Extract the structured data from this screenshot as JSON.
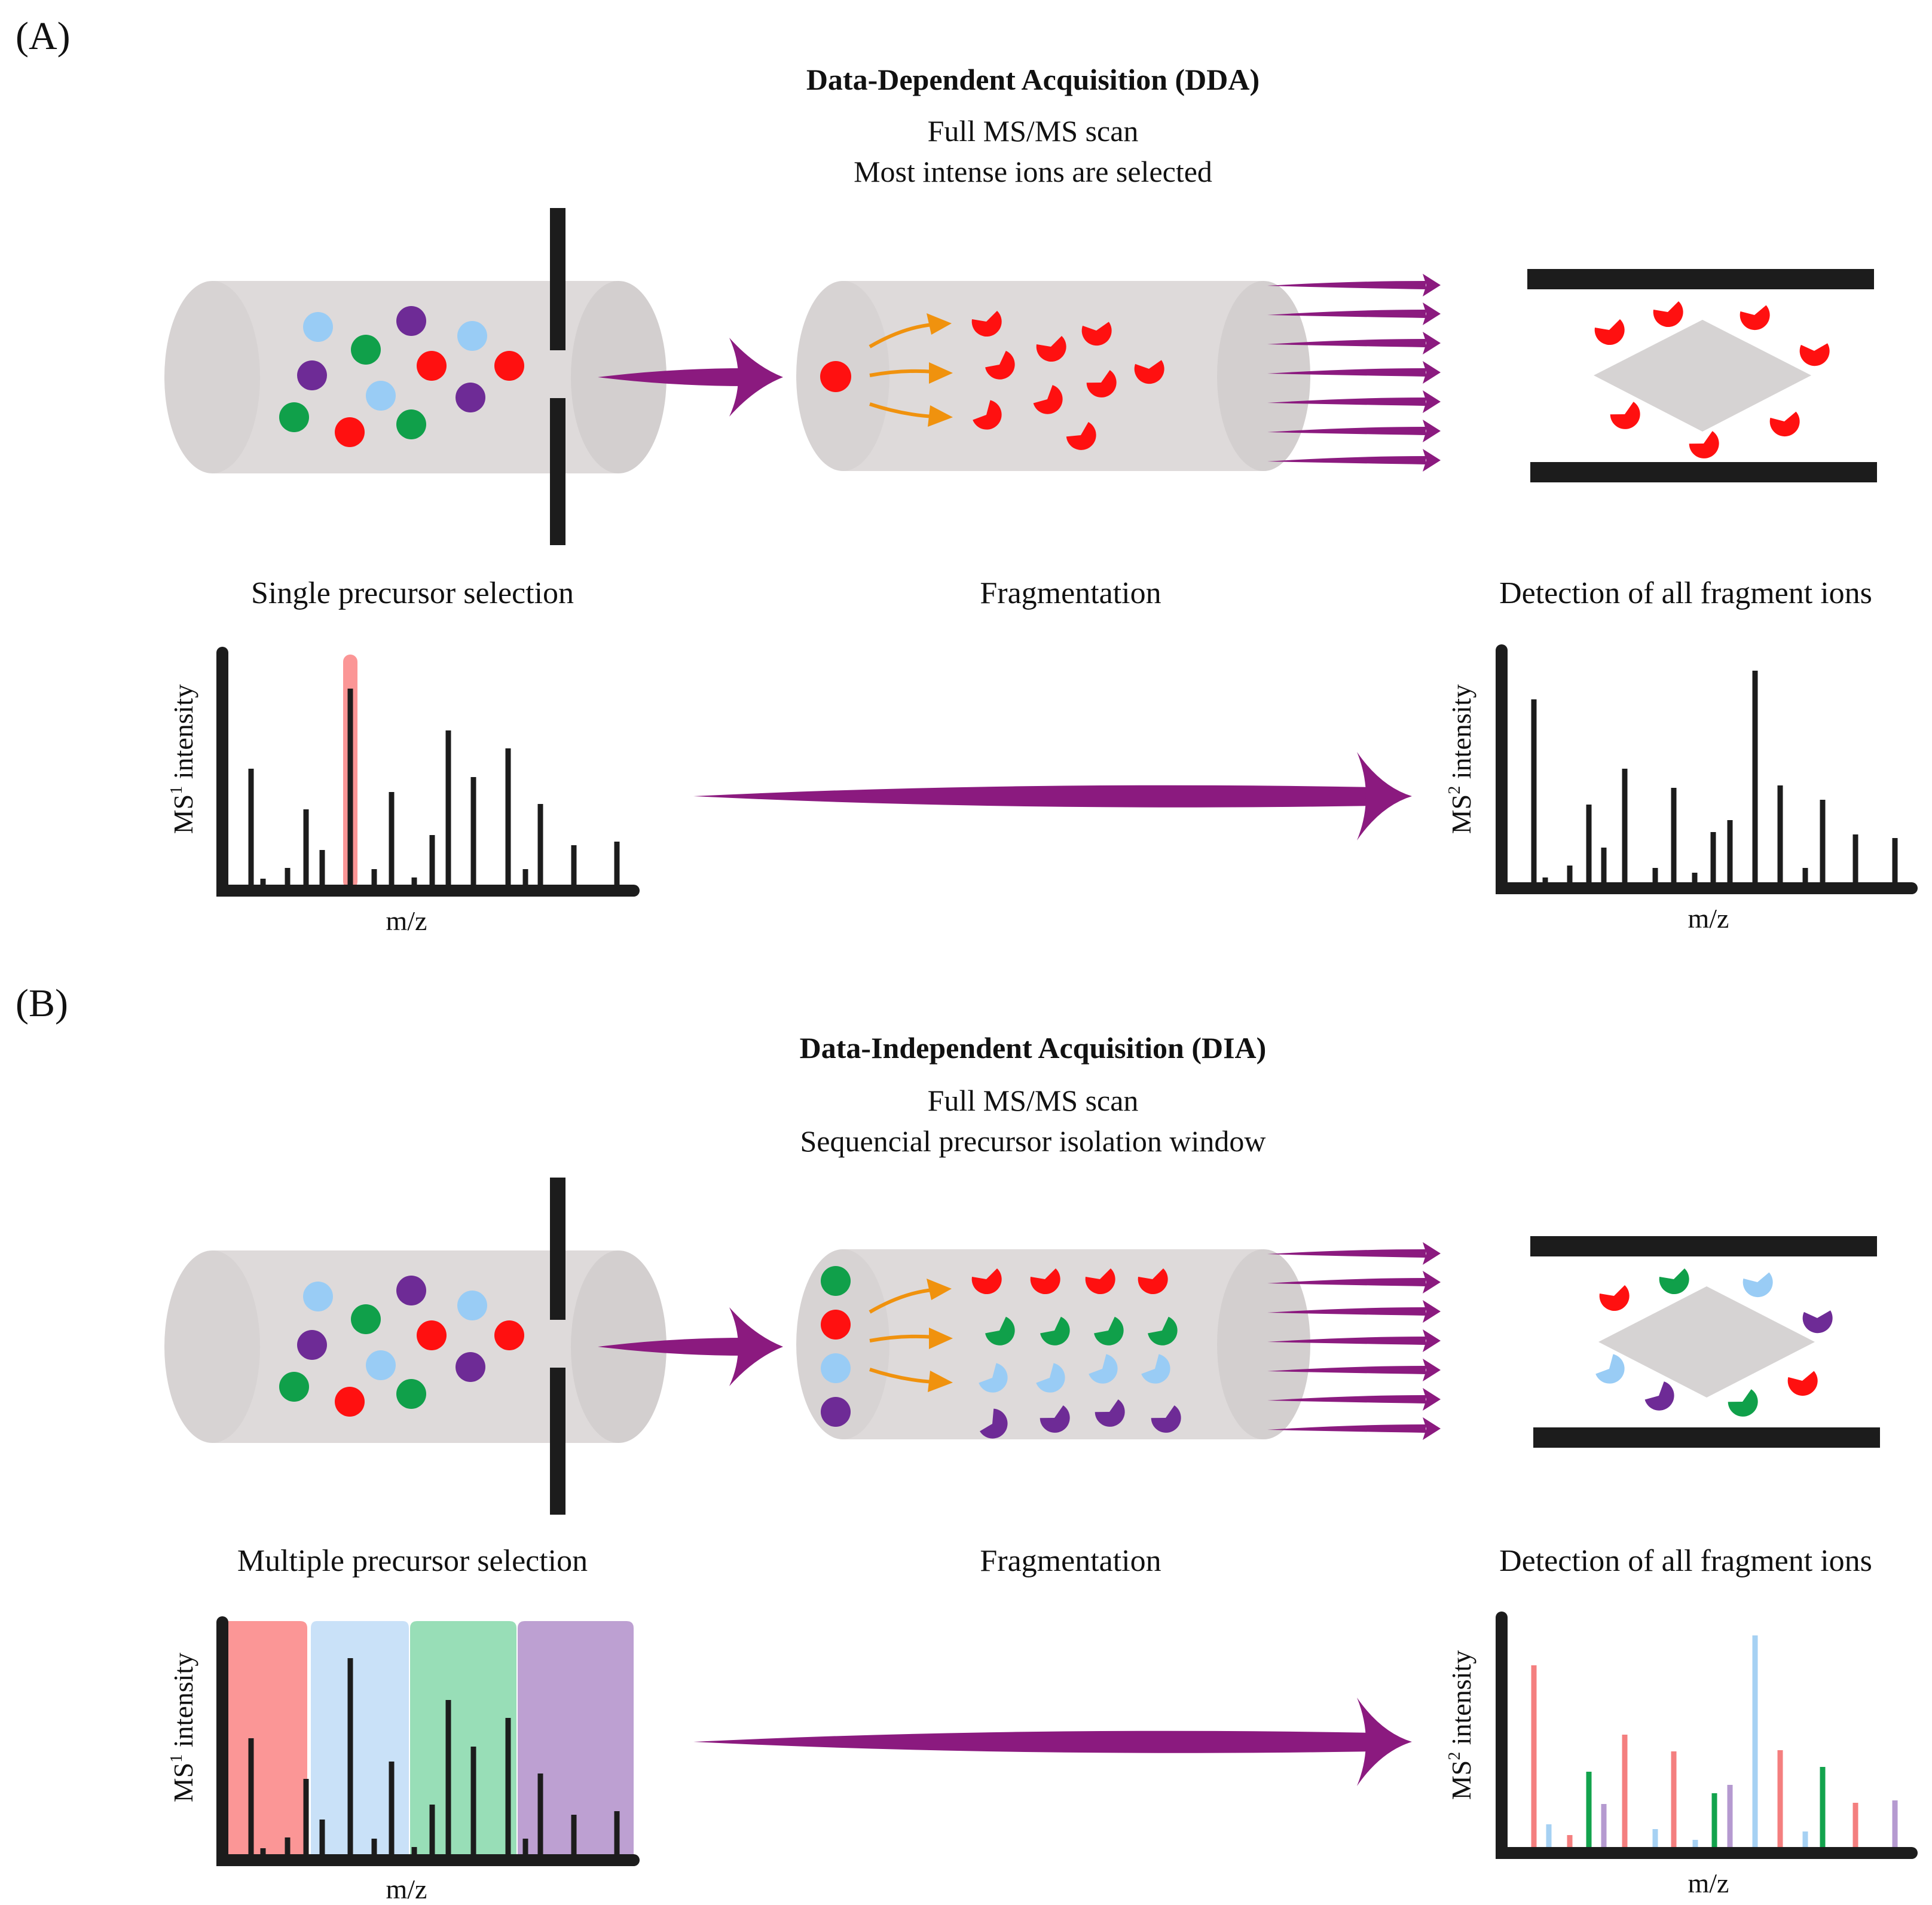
{
  "panel_a": {
    "label": "(A)",
    "title": "Data-Dependent Acquisition (DDA)",
    "subtitle_1": "Full MS/MS scan",
    "subtitle_2": "Most intense ions are selected",
    "caption_selection": "Single precursor selection",
    "caption_fragmentation": "Fragmentation",
    "caption_detection": "Detection of all fragment ions"
  },
  "panel_b": {
    "label": "(B)",
    "title": "Data-Independent Acquisition (DIA)",
    "subtitle_1": "Full MS/MS scan",
    "subtitle_2": "Sequencial precursor isolation window",
    "caption_selection": "Multiple precursor selection",
    "caption_fragmentation": "Fragmentation",
    "caption_detection": "Detection of all fragment ions"
  },
  "axes": {
    "ms1_base": "MS",
    "ms1_sup": "1",
    "ms2_base": "MS",
    "ms2_sup": "2",
    "intensity": " intensity",
    "xlabel": "m/z"
  },
  "colors": {
    "red": "#ff1010",
    "green": "#10a04a",
    "lightblue": "#99ccf5",
    "purple": "#6e2b96",
    "arrow_purple": "#8b1a7f",
    "arrow_orange": "#f0920e",
    "tube": "#dedada",
    "axis": "#1c1c1c",
    "window_red": "#fb9696",
    "window_blue": "#c9e1f8",
    "window_green": "#98deb7",
    "window_purple": "#bda0d2"
  }
}
